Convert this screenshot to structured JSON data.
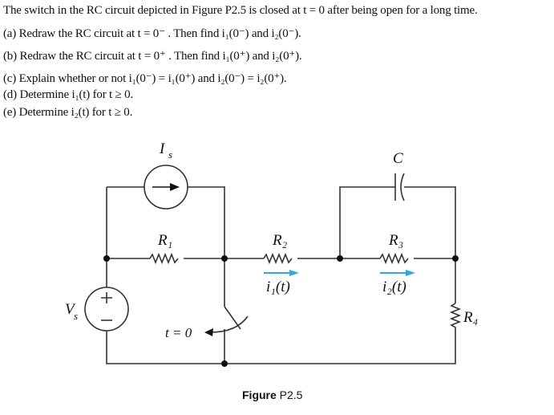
{
  "problem": {
    "lines": [
      "The switch in the RC circuit depicted in Figure P2.5 is closed at t = 0 after being open for a long time.",
      "(a) Redraw the RC circuit at t = 0⁻ . Then find i₁(0⁻) and i₂(0⁻).",
      "(b) Redraw the RC circuit at t = 0⁺ . Then find i₁(0⁺) and i₂(0⁺).",
      "(c) Explain whether or not i₁(0⁻) = i₁(0⁺) and i₂(0⁻) = i₂(0⁺).",
      "(d) Determine i₁(t) for t ≥ 0.",
      "(e) Determine i₂(t) for t ≥ 0."
    ]
  },
  "figure": {
    "labels": {
      "current_source": "I",
      "current_source_sub": "s",
      "voltage_source": "V",
      "voltage_source_sub": "s",
      "capacitor": "C",
      "r1": "R₁",
      "r2": "R₂",
      "r3": "R₃",
      "r4": "R₄",
      "i1": "i₁(t)",
      "i2": "i₂(t)",
      "switch": "t = 0",
      "plus": "+",
      "minus": "−"
    },
    "current_arrow_color": "#29abe2",
    "caption_bold": "Figure",
    "caption_number": "P2.5"
  }
}
